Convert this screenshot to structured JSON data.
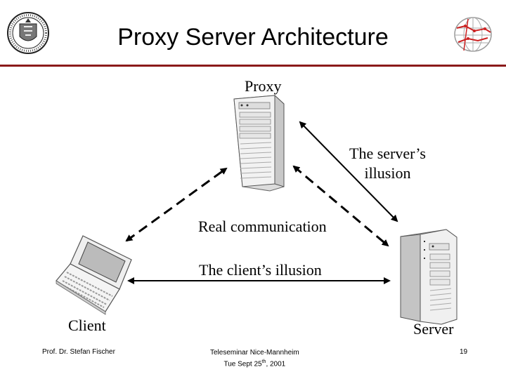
{
  "slide": {
    "title": "Proxy Server Architecture",
    "labels": {
      "proxy": "Proxy",
      "server_illusion_line1": "The server’s",
      "server_illusion_line2": "illusion",
      "real_communication": "Real communication",
      "client_illusion": "The client’s illusion",
      "client": "Client",
      "server": "Server"
    },
    "footer": {
      "author": "Prof. Dr. Stefan Fischer",
      "event_line1": "Teleseminar Nice-Mannheim",
      "event_line2_prefix": "Tue Sept 25",
      "event_line2_sup": "th",
      "event_line2_suffix": ", 2001",
      "page_number": "19"
    }
  },
  "colors": {
    "title_rule": "#8b1a1a",
    "globe_red": "#cc2222",
    "arrow": "#000000"
  },
  "icons": [
    "university-seal-logo",
    "globe-logo",
    "proxy-server-tower-icon",
    "laptop-client-icon",
    "server-tower-icon"
  ]
}
